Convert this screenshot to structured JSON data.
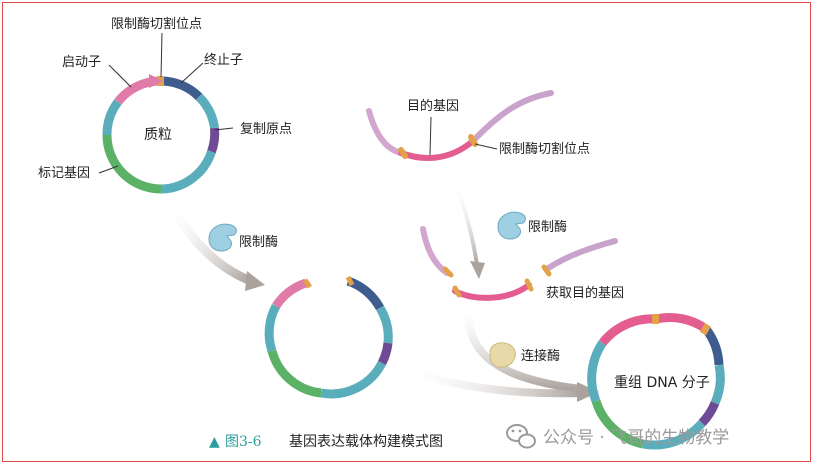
{
  "labels": {
    "restriction_site_top": "限制酶切割位点",
    "promoter": "启动子",
    "terminator": "终止子",
    "origin": "复制原点",
    "plasmid": "质粒",
    "marker_gene": "标记基因",
    "target_gene": "目的基因",
    "restriction_site_right": "限制酶切割位点",
    "enzyme_1": "限制酶",
    "enzyme_2": "限制酶",
    "obtain_target_gene": "获取目的基因",
    "ligase": "连接酶",
    "recombinant_dna": "重组 DNA 分子"
  },
  "caption": {
    "marker": "▲",
    "number": "图3-6",
    "title": "基因表达载体构建模式图"
  },
  "watermark": "公众号 · 飞哥的生物教学",
  "colors": {
    "frame": "#d94a4a",
    "teal": "#5aaebb",
    "pink": "#e07aa8",
    "green": "#5bb267",
    "navy": "#3f5c8e",
    "purple": "#6e4b94",
    "orange": "#e3a24a",
    "arrow": "#b3aca7",
    "caption_accent": "#2a9d9f"
  }
}
